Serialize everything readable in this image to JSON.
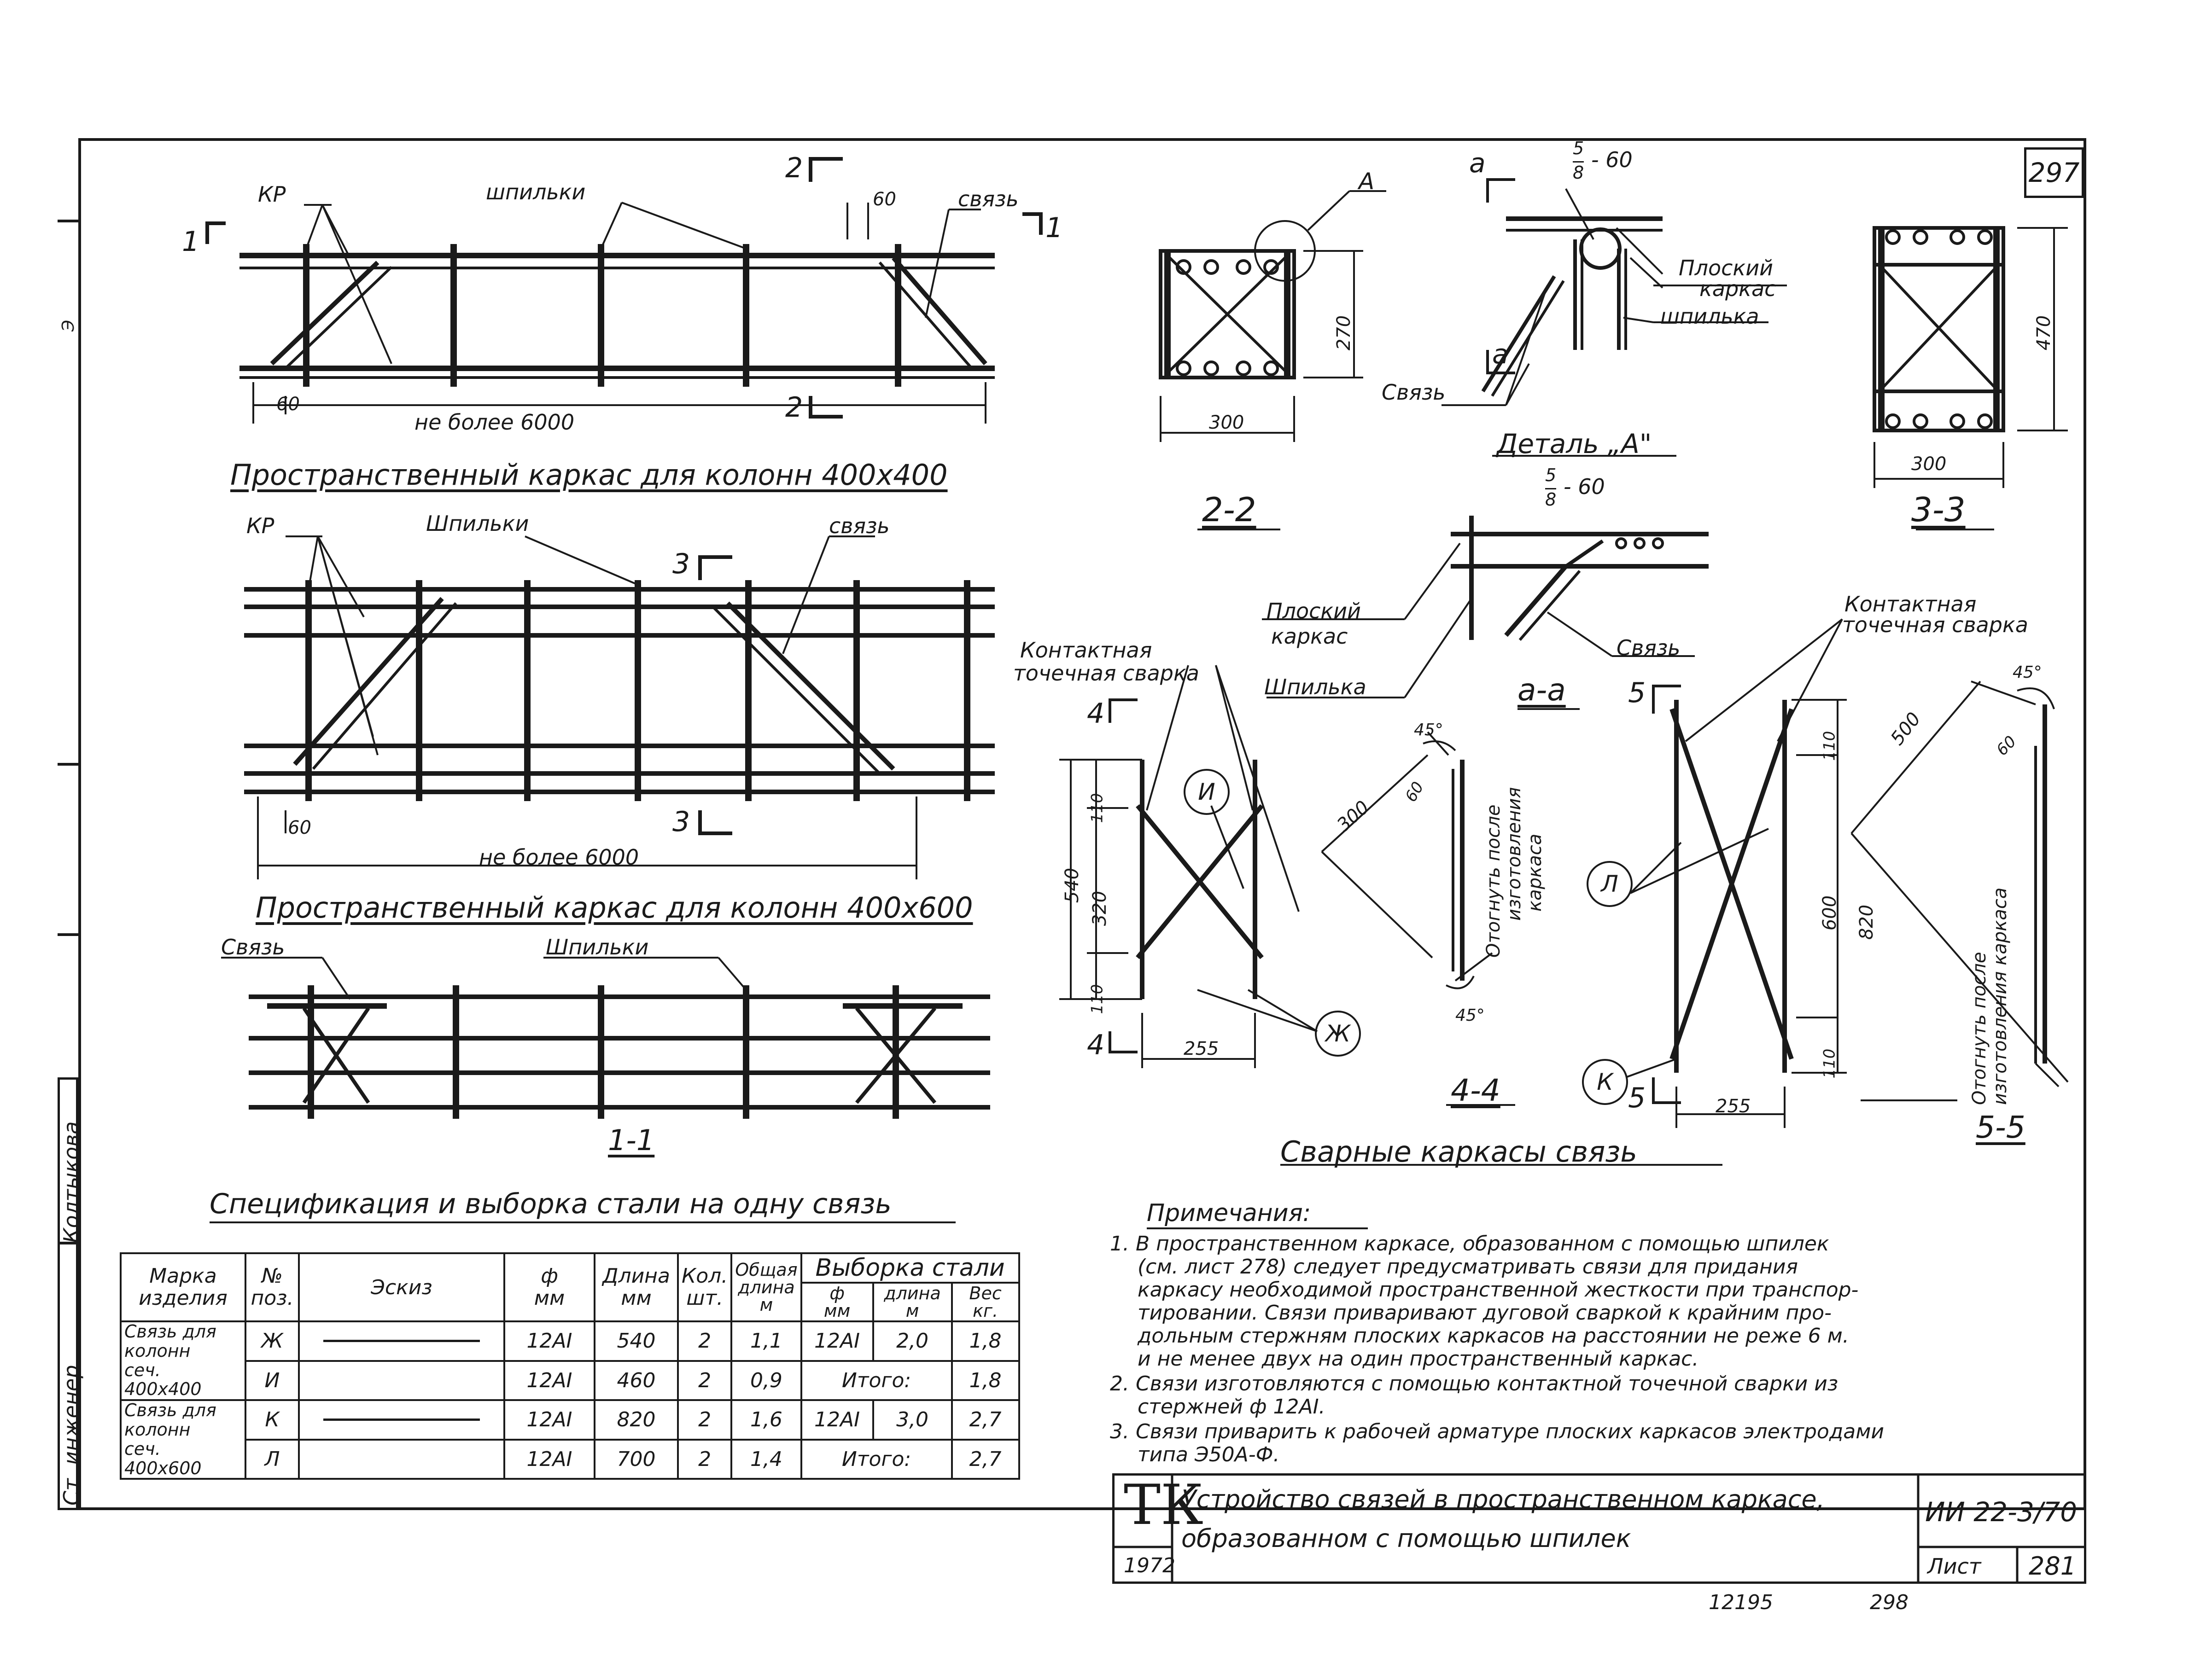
{
  "sheet_number_top": "297",
  "sidebar": {
    "role": "Ст. инженер",
    "name": "Колтыкова",
    "small_mark": "Э"
  },
  "frame1": {
    "title": "Пространственный каркас для колонн 400х400",
    "labels": {
      "kr": "КР",
      "pins": "шпильки",
      "tie": "связь",
      "dim60a": "60",
      "dim60b": "60",
      "length": "не более 6000"
    },
    "sections": {
      "s1_left": "1",
      "s1_right": "1",
      "s2_top": "2",
      "s2_bottom": "2"
    }
  },
  "frame2": {
    "title": "Пространственный каркас для колонн 400х600",
    "labels": {
      "kr": "КР",
      "pins": "Шпильки",
      "tie": "связь",
      "dim60": "60",
      "length": "не более 6000"
    },
    "sections": {
      "s3_top": "3",
      "s3_bottom": "3"
    }
  },
  "frame3": {
    "title": "1-1",
    "labels": {
      "tie": "Связь",
      "pins": "Шпильки"
    }
  },
  "section22": {
    "title": "2-2",
    "dim_w": "300",
    "dim_h": "270",
    "detail_ref": "А"
  },
  "detailA": {
    "title": "Деталь „А\"",
    "labels": {
      "flat": "Плоский",
      "flat2": "каркас",
      "pin": "шпилька",
      "tie": "Связь",
      "sec_a_top": "а",
      "sec_a_bottom": "а",
      "fraction_num": "5",
      "fraction_den": "8",
      "fraction_rest": "- 60"
    }
  },
  "section33": {
    "title": "3-3",
    "dim_w": "300",
    "dim_h": "470"
  },
  "sectionaa": {
    "title": "а-а",
    "labels": {
      "flat": "Плоский",
      "flat2": "каркас",
      "pin": "Шпилька",
      "tie": "Связь",
      "fraction_num": "5",
      "fraction_den": "8",
      "fraction_rest": "- 60"
    }
  },
  "frame_4_4": {
    "title": "4-4",
    "labels": {
      "weld1": "Контактная",
      "weld2": "точечная сварка",
      "mark_i": "И",
      "mark_zh": "Ж",
      "s4_top": "4",
      "s4_bottom": "4"
    },
    "dims": {
      "total": "540",
      "top": "110",
      "mid": "320",
      "bottom": "110",
      "width": "255",
      "diag": "300",
      "off": "60",
      "ang1": "45°",
      "ang2": "45°"
    },
    "bend_note": [
      "Отогнуть после",
      "изготовления",
      "каркаса"
    ]
  },
  "frame_5_5": {
    "title": "5-5",
    "labels": {
      "weld1": "Контактная",
      "weld2": "точечная сварка",
      "mark_l": "Л",
      "mark_k": "К",
      "s5_top": "5",
      "s5_bottom": "5"
    },
    "dims": {
      "total": "820",
      "top": "110",
      "mid": "600",
      "bottom": "110",
      "width": "255",
      "diag": "500",
      "off": "60",
      "ang": "45°"
    },
    "bend_note": [
      "Отогнуть после",
      "изготовления каркаса"
    ]
  },
  "welded_title": "Сварные каркасы связь",
  "spec": {
    "title": "Спецификация и выборка стали на одну связь",
    "headers": {
      "mark": "Марка",
      "mark2": "изделия",
      "pos": "№",
      "pos2": "поз.",
      "sketch": "Эскиз",
      "dia": "ф",
      "dia2": "мм",
      "len": "Длина",
      "len2": "мм",
      "qty": "Кол.",
      "qty2": "шт.",
      "total": "Общая",
      "total2": "длина",
      "total3": "м",
      "sel": "Выборка стали",
      "sel_dia": "ф",
      "sel_dia2": "мм",
      "sel_len": "длина",
      "sel_len2": "м",
      "sel_w": "Вес",
      "sel_w2": "кг."
    },
    "group1": {
      "name": [
        "Связь для",
        "колонн",
        "сеч. 400х400"
      ]
    },
    "group2": {
      "name": [
        "Связь для",
        "колонн",
        "сеч. 400х600"
      ]
    },
    "rows": [
      {
        "pos": "Ж",
        "dia": "12АI",
        "len": "540",
        "qty": "2",
        "total": "1,1",
        "sel_dia": "12АI",
        "sel_len": "2,0",
        "sel_w": "1,8"
      },
      {
        "pos": "И",
        "dia": "12АI",
        "len": "460",
        "qty": "2",
        "total": "0,9",
        "sel_total_label": "Итого:",
        "sel_w": "1,8"
      },
      {
        "pos": "К",
        "dia": "12АI",
        "len": "820",
        "qty": "2",
        "total": "1,6",
        "sel_dia": "12АI",
        "sel_len": "3,0",
        "sel_w": "2,7"
      },
      {
        "pos": "Л",
        "dia": "12АI",
        "len": "700",
        "qty": "2",
        "total": "1,4",
        "sel_total_label": "Итого:",
        "sel_w": "2,7"
      }
    ]
  },
  "notes": {
    "title": "Примечания:",
    "lines": [
      "1. В пространственном каркасе, образованном с помощью шпилек",
      "(см. лист 278)   следует предусматривать связи для придания",
      "каркасу необходимой пространственной жесткости при транспор-",
      "тировании. Связи приваривают дуговой сваркой к крайним про-",
      "дольным стержням плоских каркасов на расстоянии не реже 6 м.",
      "и не менее двух на один пространственный каркас.",
      "2. Связи изготовляются с помощью контактной точечной сварки из",
      "стержней ф 12АI.",
      "3. Связи приварить к рабочей арматуре плоских каркасов электродами",
      "типа Э50А-Ф."
    ]
  },
  "stamp": {
    "logo": "ТК",
    "year": "1972",
    "title_line1": "Устройство связей в пространственном каркасе,",
    "title_line2": "образованном с помощью шпилек",
    "code": "ИИ 22-3/70",
    "sheet_label": "Лист",
    "sheet_no": "281"
  },
  "footer": {
    "left": "12195",
    "right": "298"
  }
}
